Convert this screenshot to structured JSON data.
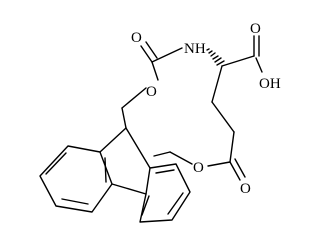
{
  "atoms": {
    "o_carbamate_carbonyl": "O",
    "nh": "NH",
    "o_carbamate_ester": "O",
    "o_acid_carbonyl": "O",
    "oh": "OH",
    "o_side_ester": "O",
    "o_side_carbonyl": "O"
  }
}
